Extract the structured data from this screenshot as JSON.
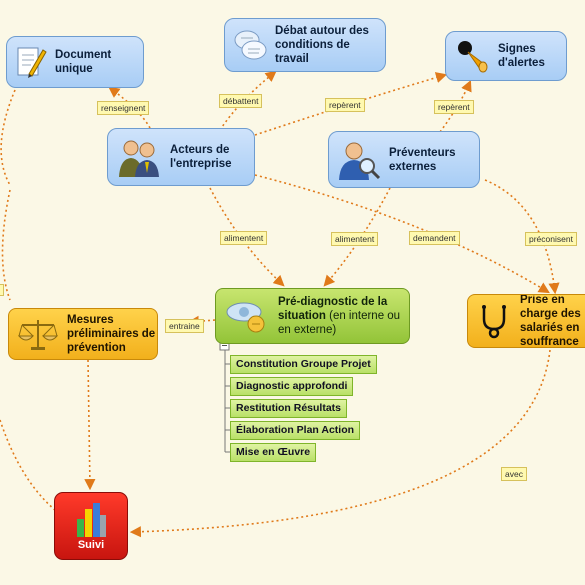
{
  "nodes": {
    "document_unique": "Document unique",
    "debat": "Débat autour des conditions de travail",
    "signes": "Signes d'alertes",
    "acteurs": "Acteurs de l'entreprise",
    "preventeurs": "Préventeurs externes",
    "prediag_main": "Pré-diagnostic de la situation",
    "prediag_rest": " (en interne ou en externe)",
    "mesures": "Mesures préliminaires de prévention",
    "prise": "Prise en charge des salariés en souffrance",
    "suivi": "Suivi"
  },
  "substeps": [
    "Constitution Groupe Projet",
    "Diagnostic approfondi",
    "Restitution Résultats",
    "Élaboration Plan Action",
    "Mise en Œuvre"
  ],
  "links": {
    "renseignent": "renseignent",
    "debattent": "débattent",
    "reperent1": "repèrent",
    "reperent2": "repèrent",
    "alimentent1": "alimentent",
    "alimentent2": "alimentent",
    "demandent": "demandent",
    "preconisent": "préconisent",
    "entraine": "entraine",
    "avec": "avec"
  },
  "colors": {
    "blue_node": "#a8cdf5",
    "orange_node": "#f2b01c",
    "green_node": "#93c438",
    "suivi_red": "#e0221b",
    "connector": "#e07a1a",
    "background": "#fbf8e6"
  },
  "icons": [
    "document-pen-icon",
    "speech-bubbles-icon",
    "alert-beacon-icon",
    "people-icon",
    "magnifier-person-icon",
    "diagnostic-icon",
    "scales-icon",
    "stethoscope-icon",
    "bar-chart-icon"
  ]
}
